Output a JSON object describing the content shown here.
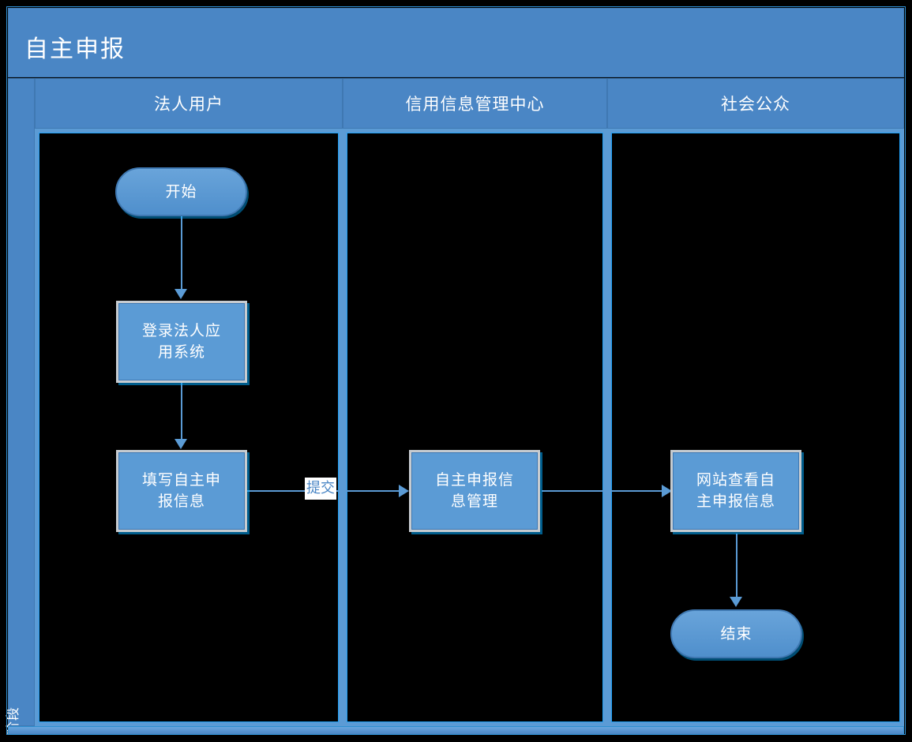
{
  "diagram": {
    "title": "自主申报",
    "phase_label": "阶段",
    "lanes": [
      {
        "name": "法人用户"
      },
      {
        "name": "信用信息管理中心"
      },
      {
        "name": "社会公众"
      }
    ],
    "nodes": [
      {
        "id": "start",
        "label": "开始",
        "shape": "terminator",
        "lane": 0
      },
      {
        "id": "login",
        "label": "登录法人应\n用系统",
        "shape": "process",
        "lane": 0
      },
      {
        "id": "fill-form",
        "label": "填写自主申\n报信息",
        "shape": "process",
        "lane": 0
      },
      {
        "id": "manage-info",
        "label": "自主申报信\n息管理",
        "shape": "process",
        "lane": 1
      },
      {
        "id": "view-website",
        "label": "网站查看自\n主申报信息",
        "shape": "process",
        "lane": 2
      },
      {
        "id": "end",
        "label": "结束",
        "shape": "terminator",
        "lane": 2
      }
    ],
    "edges": [
      {
        "from": "start",
        "to": "login",
        "label": ""
      },
      {
        "from": "login",
        "to": "fill-form",
        "label": ""
      },
      {
        "from": "fill-form",
        "to": "manage-info",
        "label": "提交"
      },
      {
        "from": "manage-info",
        "to": "view-website",
        "label": ""
      },
      {
        "from": "view-website",
        "to": "end",
        "label": ""
      }
    ],
    "colors": {
      "header_blue": "#4a86c5",
      "node_blue": "#5b9bd5",
      "node_border": "#c6cbd0",
      "canvas_black": "#000000",
      "glow_cyan": "#00aaff",
      "text_white": "#ffffff",
      "edge_label_text": "#4a86c5"
    }
  }
}
